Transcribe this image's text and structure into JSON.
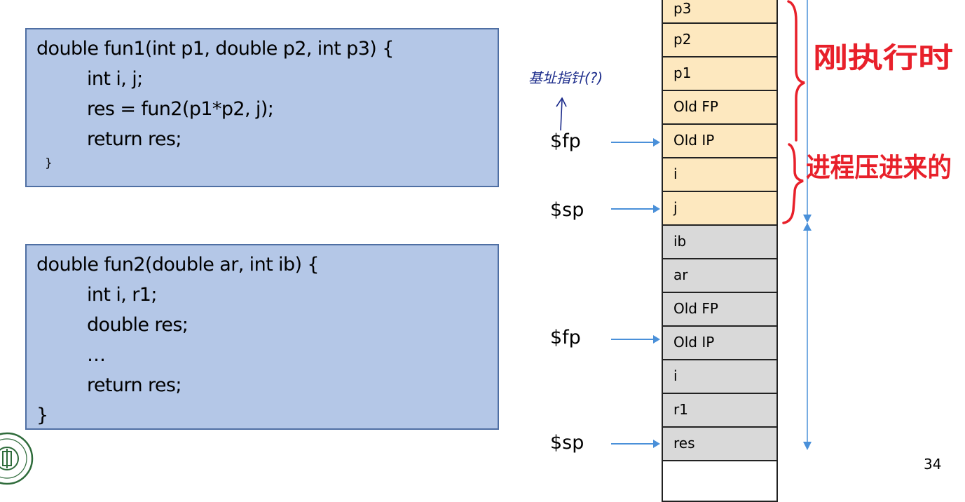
{
  "code_fun1": {
    "lines": [
      "double fun1(int p1, double p2, int p3) {",
      "int i, j;",
      "res = fun2(p1*p2, j);",
      "return res;",
      "}"
    ]
  },
  "code_fun2": {
    "lines": [
      "double fun2(double ar, int ib) {",
      "int i, r1;",
      "double res;",
      "…",
      "return res;",
      "}"
    ]
  },
  "stack": {
    "fun1_frame": [
      "p3",
      "p2",
      "p1",
      "Old FP",
      "Old IP",
      "i",
      "j"
    ],
    "fun2_frame": [
      "ib",
      "ar",
      "Old FP",
      "Old IP",
      "i",
      "r1",
      "res"
    ]
  },
  "registers": {
    "fp1": "$fp",
    "sp1": "$sp",
    "fp2": "$fp",
    "sp2": "$sp"
  },
  "annotations": {
    "base_pointer_note": "基址指针(?)",
    "just_executed_note": "刚执行时",
    "process_push_note": "进程压进来的"
  },
  "page_number": "34",
  "colors": {
    "code_box_fill": "#b4c7e7",
    "code_box_border": "#4f6fa3",
    "fun1_frame_fill": "#fde8bf",
    "fun2_frame_fill": "#d9d9d9",
    "pointer_arrow": "#4a90d9",
    "handwriting_red": "#e8202a"
  }
}
